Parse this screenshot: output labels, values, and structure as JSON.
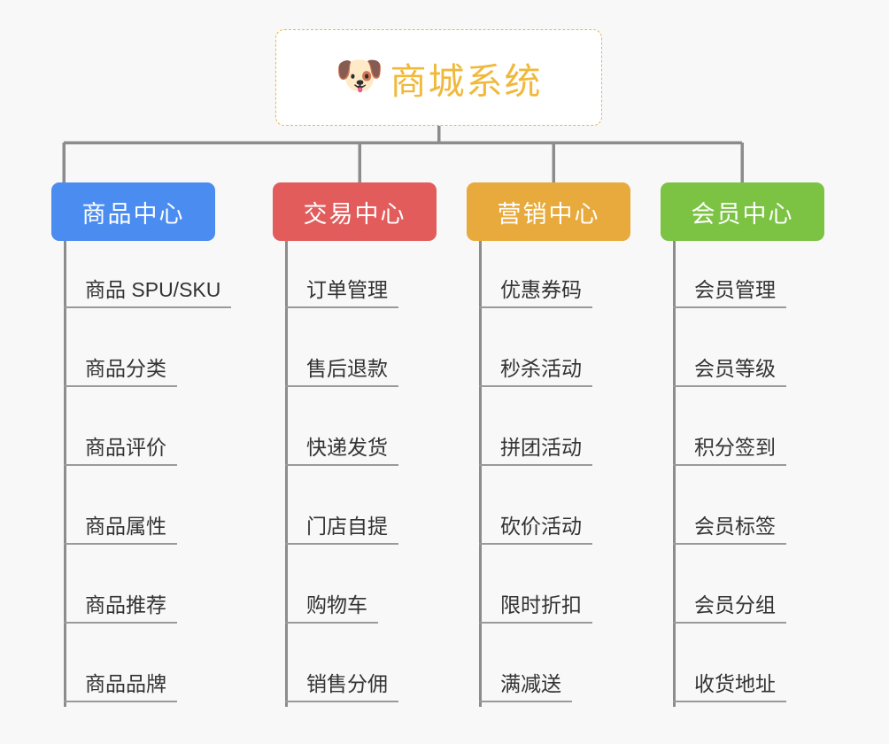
{
  "page": {
    "background_color": "#f8f8f8",
    "type": "org-chart-mindmap"
  },
  "root": {
    "icon": "shiba-dog-face-emoji",
    "emoji": "🐶",
    "title": "商城系统",
    "title_color": "#f0b93c",
    "border_color": "#e8b84b",
    "border_style": "dashed",
    "background_color": "#ffffff"
  },
  "connector": {
    "color": "#8c8c8c",
    "width": 3
  },
  "columns": [
    {
      "header": "商品中心",
      "color": "#4a8cf0",
      "items": [
        "商品 SPU/SKU",
        "商品分类",
        "商品评价",
        "商品属性",
        "商品推荐",
        "商品品牌"
      ]
    },
    {
      "header": "交易中心",
      "color": "#e25c5c",
      "items": [
        "订单管理",
        "售后退款",
        "快递发货",
        "门店自提",
        "购物车",
        "销售分佣"
      ]
    },
    {
      "header": "营销中心",
      "color": "#e8aa3c",
      "items": [
        "优惠券码",
        "秒杀活动",
        "拼团活动",
        "砍价活动",
        "限时折扣",
        "满减送"
      ]
    },
    {
      "header": "会员中心",
      "color": "#7cc344",
      "items": [
        "会员管理",
        "会员等级",
        "积分签到",
        "会员标签",
        "会员分组",
        "收货地址"
      ]
    }
  ]
}
